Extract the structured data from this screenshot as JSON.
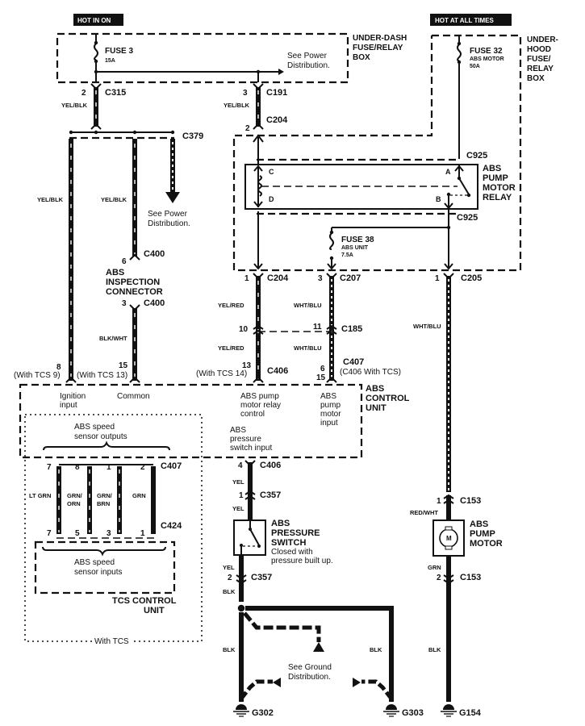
{
  "title": "ABS wiring diagram",
  "badges": {
    "hot_in_on": "HOT IN ON",
    "hot_at_all_times": "HOT AT ALL TIMES"
  },
  "boxes": {
    "under_dash": [
      "UNDER-DASH",
      "FUSE/RELAY",
      "BOX"
    ],
    "under_hood": [
      "UNDER-",
      "HOOD",
      "FUSE/",
      "RELAY",
      "BOX"
    ],
    "abs_control_unit": [
      "ABS",
      "CONTROL",
      "UNIT"
    ],
    "tcs_control_unit": [
      "TCS CONTROL",
      "UNIT"
    ],
    "with_tcs": "With TCS"
  },
  "fuses": {
    "fuse3": {
      "name": "FUSE 3",
      "rating": "15A"
    },
    "fuse32": {
      "name": "FUSE 32",
      "desc": "ABS MOTOR",
      "rating": "50A"
    },
    "fuse38": {
      "name": "FUSE 38",
      "desc": "ABS UNIT",
      "rating": "7.5A"
    }
  },
  "notes": {
    "see_power_1": [
      "See Power",
      "Distribution."
    ],
    "see_power_2": [
      "See Power",
      "Distribution."
    ],
    "see_ground": [
      "See Ground",
      "Distribution."
    ],
    "pressure_closed": [
      "Closed with",
      "pressure built up."
    ]
  },
  "components": {
    "relay": [
      "ABS",
      "PUMP",
      "MOTOR",
      "RELAY"
    ],
    "relay_terminals": {
      "a": "A",
      "b": "B",
      "c": "C",
      "d": "D"
    },
    "inspection": [
      "ABS",
      "INSPECTION",
      "CONNECTOR"
    ],
    "pressure_switch": [
      "ABS",
      "PRESSURE",
      "SWITCH"
    ],
    "pump_motor": [
      "ABS",
      "PUMP",
      "MOTOR"
    ],
    "motor_symbol": "M"
  },
  "connectors": {
    "c315": {
      "id": "C315",
      "pin": "2"
    },
    "c191": {
      "id": "C191",
      "pin": "3"
    },
    "c204_top": {
      "id": "C204",
      "pin": "2"
    },
    "c379": {
      "id": "C379"
    },
    "c925_top": {
      "id": "C925"
    },
    "c925_bot": {
      "id": "C925"
    },
    "c400_top": {
      "id": "C400",
      "pin": "6"
    },
    "c400_bot": {
      "id": "C400",
      "pin": "3"
    },
    "c204_bot": {
      "id": "C204",
      "pin": "1"
    },
    "c207": {
      "id": "C207",
      "pin": "3"
    },
    "c205": {
      "id": "C205",
      "pin": "1"
    },
    "c185": {
      "id": "C185",
      "pin_left": "10",
      "pin_right": "11"
    },
    "c406_top": {
      "id": "C406",
      "pin": "13",
      "alt": "(With TCS 14)"
    },
    "c407_top": {
      "id": "C407",
      "alt": "(C406 With TCS)",
      "pin_a": "6",
      "pin_b": "15"
    },
    "ign_pin": {
      "pin": "8",
      "alt": "(With TCS 9)"
    },
    "common_pin": {
      "pin": "15",
      "alt": "(With TCS 13)"
    },
    "c406_bot": {
      "id": "C406",
      "pin": "4"
    },
    "c357_top": {
      "id": "C357",
      "pin": "1"
    },
    "c357_bot": {
      "id": "C357",
      "pin": "2"
    },
    "c153_top": {
      "id": "C153",
      "pin": "1"
    },
    "c153_bot": {
      "id": "C153",
      "pin": "2"
    },
    "c407_tcs": {
      "id": "C407",
      "pins": [
        "7",
        "8",
        "1",
        "2"
      ]
    },
    "c424": {
      "id": "C424",
      "pins": [
        "7",
        "5",
        "3",
        "1"
      ]
    }
  },
  "wires": {
    "yel_blk_1": "YEL/BLK",
    "yel_blk_2": "YEL/BLK",
    "yel_blk_3": "YEL/BLK",
    "yel_blk_4": "YEL/BLK",
    "blk_wht": "BLK/WHT",
    "yel_red_1": "YEL/RED",
    "yel_red_2": "YEL/RED",
    "wht_blu_1": "WHT/BLU",
    "wht_blu_2": "WHT/BLU",
    "wht_blu_3": "WHT/BLU",
    "lt_grn": "LT GRN",
    "grn_orn": [
      "GRN/",
      "ORN"
    ],
    "grn_brn": [
      "GRN/",
      "BRN"
    ],
    "grn": "GRN",
    "yel_1": "YEL",
    "yel_2": "YEL",
    "yel_3": "YEL",
    "blk_1": "BLK",
    "blk_2": "BLK",
    "blk_3": "BLK",
    "blk_4": "BLK",
    "red_wht": "RED/WHT",
    "grn_motor": "GRN"
  },
  "ecu_pins": {
    "ignition": [
      "Ignition",
      "input"
    ],
    "common": "Common",
    "relay_control": [
      "ABS pump",
      "motor relay",
      "control"
    ],
    "motor_input": [
      "ABS",
      "pump",
      "motor",
      "input"
    ],
    "pressure_input": [
      "ABS",
      "pressure",
      "switch input"
    ],
    "speed_outputs": [
      "ABS speed",
      "sensor outputs"
    ],
    "speed_inputs": [
      "ABS speed",
      "sensor inputs"
    ]
  },
  "grounds": {
    "g302": "G302",
    "g303": "G303",
    "g154": "G154"
  }
}
